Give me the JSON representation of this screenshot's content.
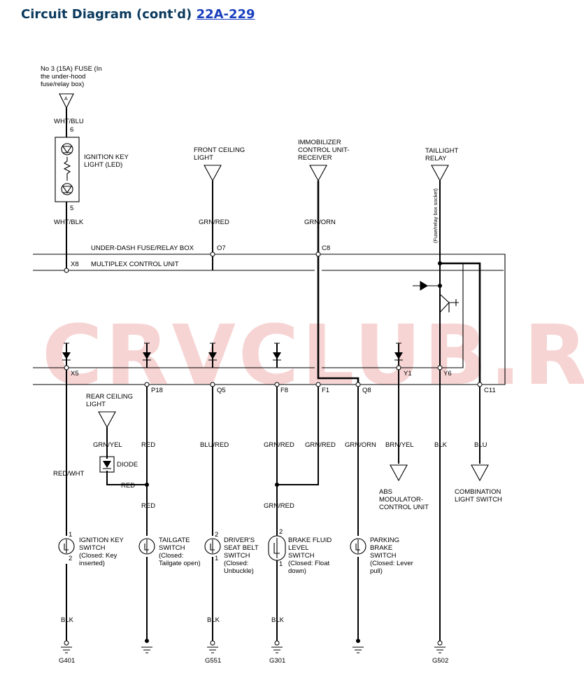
{
  "header": {
    "title": "Circuit Diagram (cont'd)",
    "link": "22A-229"
  },
  "watermark": "CRVCLUB.RU",
  "fuse": {
    "l1": "No 3 (15A) FUSE (In",
    "l2": "the under-hood",
    "l3": "fuse/relay box)",
    "terminal": "A"
  },
  "ign_light": {
    "l1": "IGNITION KEY",
    "l2": "LIGHT (LED)",
    "pin_top": "6",
    "pin_bottom": "5"
  },
  "top_components": [
    {
      "lines": [
        "FRONT CEILING",
        "LIGHT"
      ]
    },
    {
      "lines": [
        "IMMOBILIZER",
        "CONTROL UNIT-",
        "RECEIVER"
      ]
    },
    {
      "lines": [
        "TAILLIGHT",
        "RELAY"
      ]
    }
  ],
  "fuse_socket": "(Fuse/relay box socket)",
  "upper_wires": [
    "WHT/BLU",
    "WHT/BLK",
    "GRN/RED",
    "GRN/ORN"
  ],
  "boxes": {
    "under_dash": "UNDER-DASH FUSE/RELAY BOX",
    "multiplex": "MULTIPLEX CONTROL UNIT"
  },
  "terminals_top": [
    "O7",
    "C8",
    "X8"
  ],
  "terminals_bottom": [
    "X5",
    "P18",
    "Q5",
    "F8",
    "F1",
    "Q8",
    "Y1",
    "Y6",
    "C11"
  ],
  "rear_ceiling": {
    "l1": "REAR CEILING",
    "l2": "LIGHT",
    "wire": "GRN/YEL",
    "diode": "DIODE",
    "out_wire": "RED"
  },
  "lower_wires": [
    "RED/WHT",
    "RED",
    "RED",
    "BLU/RED",
    "GRN/RED",
    "GRN/RED",
    "GRN/RED",
    "GRN/ORN",
    "BRN/YEL",
    "BLK",
    "BLU"
  ],
  "switches": [
    {
      "lines": [
        "IGNITION KEY",
        "SWITCH",
        "(Closed: Key",
        "inserted)"
      ],
      "pins": [
        "1",
        "2"
      ]
    },
    {
      "lines": [
        "TAILGATE",
        "SWITCH",
        "(Closed:",
        "Tailgate open)"
      ],
      "pins": []
    },
    {
      "lines": [
        "DRIVER'S",
        "SEAT BELT",
        "SWITCH",
        "(Closed:",
        "Unbuckle)"
      ],
      "pins": [
        "2",
        "1"
      ]
    },
    {
      "lines": [
        "BRAKE FLUID",
        "LEVEL",
        "SWITCH",
        "(Closed: Float",
        "down)"
      ],
      "pins": [
        "2",
        "1"
      ]
    },
    {
      "lines": [
        "PARKING",
        "BRAKE",
        "SWITCH",
        "(Closed: Lever",
        "pull)"
      ],
      "pins": []
    }
  ],
  "right_outputs": [
    {
      "lines": [
        "ABS",
        "MODULATOR-",
        "CONTROL UNIT"
      ]
    },
    {
      "lines": [
        "COMBINATION",
        "LIGHT SWITCH"
      ]
    }
  ],
  "ground_wires": [
    "BLK",
    "BLK",
    "BLK"
  ],
  "grounds": [
    "G401",
    "G551",
    "G301",
    "G502"
  ]
}
